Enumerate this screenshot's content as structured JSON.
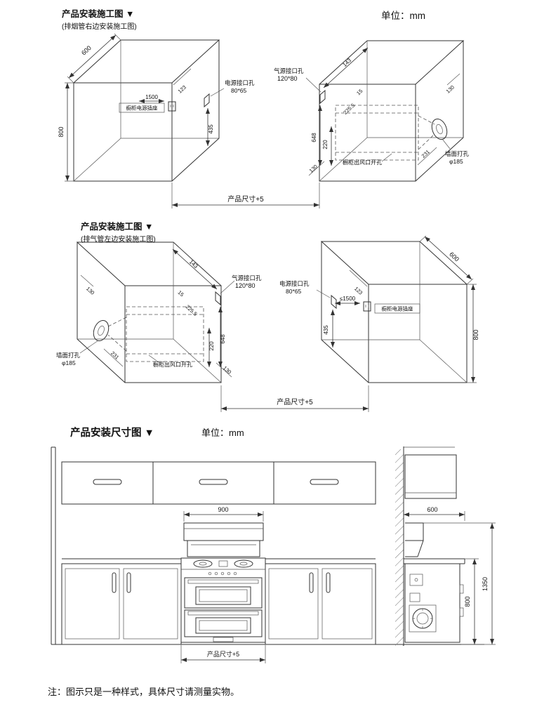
{
  "header": {
    "s1_title": "产品安装施工图 ▼",
    "s1_subtitle": "(排烟管右边安装施工图)",
    "s2_title": "产品安装施工图 ▼",
    "s2_subtitle": "(排气管左边安装施工图)",
    "s3_title": "产品安装尺寸图 ▼",
    "unit": "单位：mm"
  },
  "labels": {
    "cabinet_socket": "橱柜电源插座",
    "power_hole": "电源接口孔",
    "power_hole_size": "80*65",
    "gas_hole": "气源接口孔",
    "gas_hole_size": "120*80",
    "wall_hole": "墙面打孔",
    "wall_hole_dia": "φ185",
    "vent_cutout": "橱柜出风口开孔",
    "product_size": "产品尺寸+5"
  },
  "dims": {
    "d600": "600",
    "d800": "800",
    "d900": "900",
    "d1350": "1350",
    "d1500": "1500",
    "d1500_max": "≤1500",
    "d123": "123",
    "d435": "435",
    "d143": "143",
    "d15": "15",
    "d225_5": "225.5",
    "d648": "648",
    "d220": "220",
    "d130": "130",
    "d231": "231"
  },
  "note": "注：图示只是一种样式，具体尺寸请测量实物。"
}
